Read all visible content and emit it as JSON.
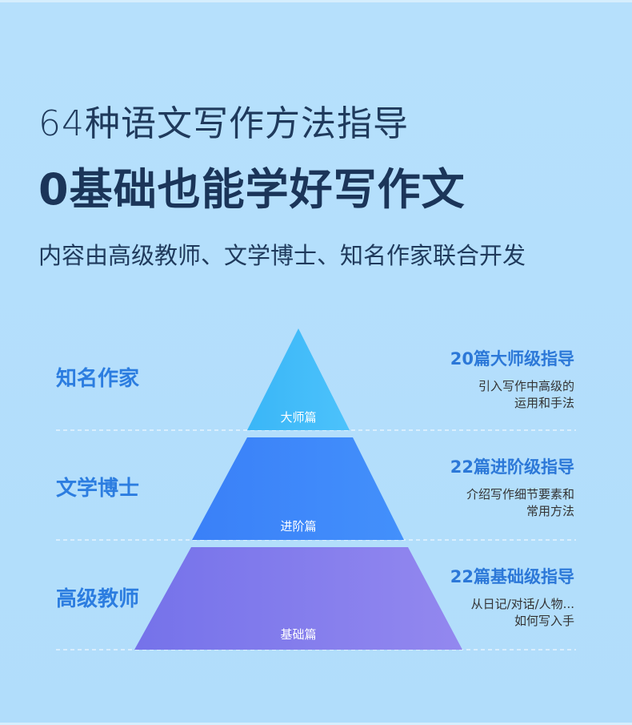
{
  "header": {
    "subtitle": "64种语文写作方法指导",
    "title": "0基础也能学好写作文",
    "description": "内容由高级教师、文学博士、知名作家联合开发"
  },
  "levels": [
    {
      "author": "知名作家",
      "tier": "大师篇",
      "heading": "20篇大师级指导",
      "desc_line1": "引入写作中高级的",
      "desc_line2": "运用和手法",
      "color": "#40baf8"
    },
    {
      "author": "文学博士",
      "tier": "进阶篇",
      "heading": "22篇进阶级指导",
      "desc_line1": "介绍写作细节要素和",
      "desc_line2": "常用方法",
      "color": "#3b84fb"
    },
    {
      "author": "高级教师",
      "tier": "基础篇",
      "heading": "22篇基础级指导",
      "desc_line1": "从日记/对话/人物...",
      "desc_line2": "如何写入手",
      "color": "#7f78ea"
    }
  ]
}
